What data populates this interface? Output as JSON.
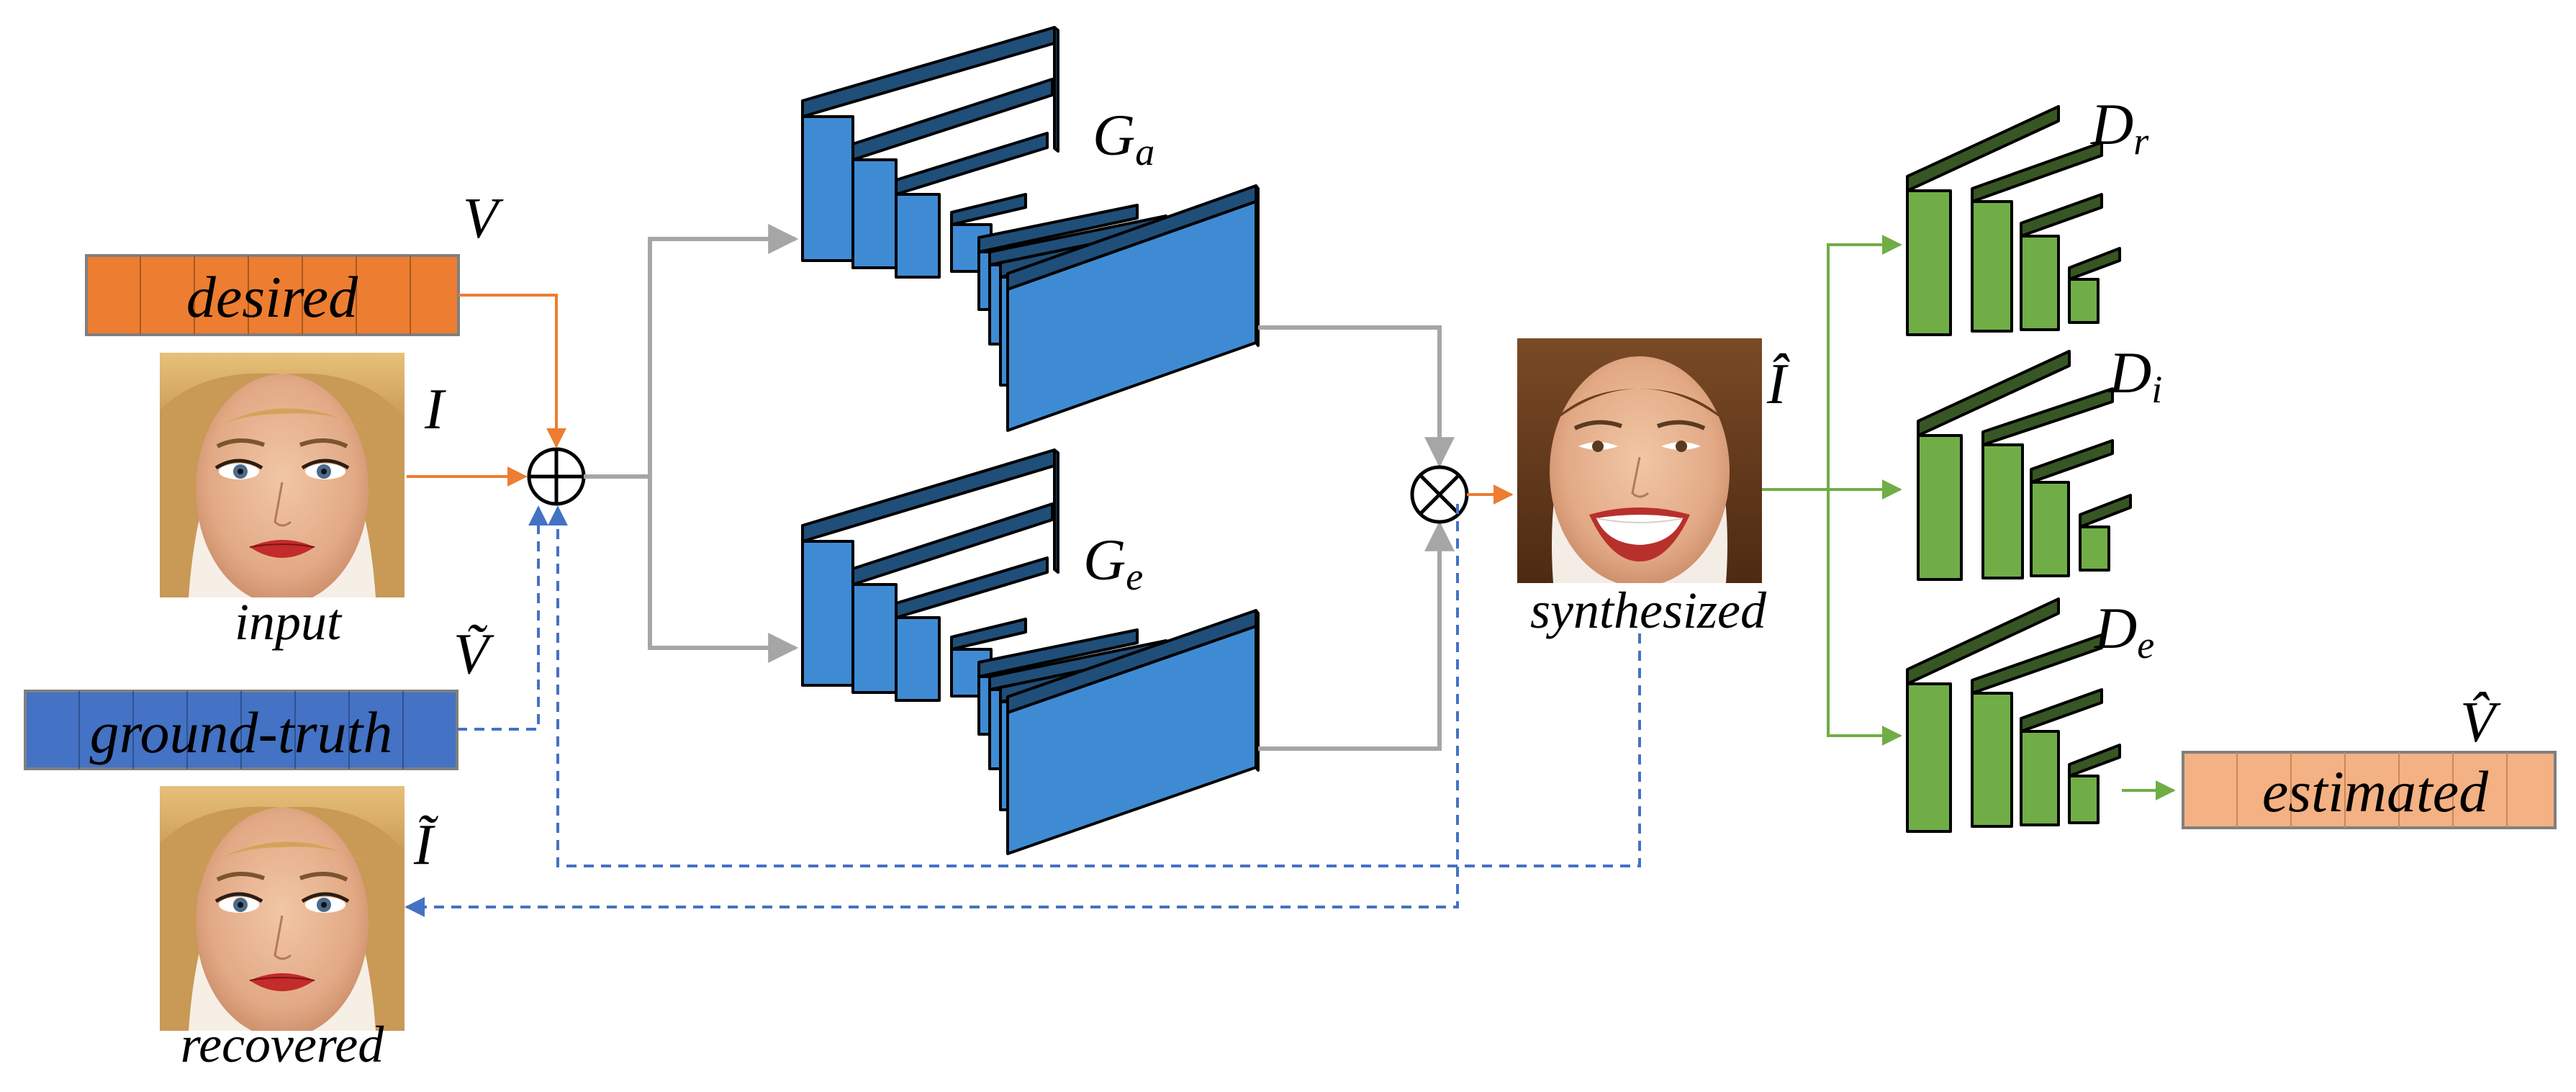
{
  "labels": {
    "desired": "desired",
    "ground_truth": "ground-truth",
    "estimated": "estimated",
    "input": "input",
    "recovered": "recovered",
    "synthesized": "synthesized"
  },
  "symbols": {
    "V": "V",
    "V_tilde": "Ṽ",
    "V_hat": "V̂",
    "I": "I",
    "I_tilde": "Ĩ",
    "I_hat": "Î",
    "Ga": "G",
    "Ga_sub": "a",
    "Ge": "G",
    "Ge_sub": "e",
    "Dr": "D",
    "Dr_sub": "r",
    "Di": "D",
    "Di_sub": "i",
    "De": "D",
    "De_sub": "e"
  },
  "colors": {
    "orange_arrow": "#ed7d31",
    "orange_vector": "#ed7d31",
    "light_orange_vector": "#f4b183",
    "blue_vector": "#4472c4",
    "blue_dashed": "#4472c4",
    "gray_arrow": "#a6a6a6",
    "green_arrow": "#70ad47",
    "generator_front": "#3e8bd4",
    "generator_dark": "#1f4e79",
    "discriminator_front": "#70ad47",
    "discriminator_dark": "#375623"
  },
  "icons": {
    "plus": "circle-plus-icon",
    "times": "circle-times-icon",
    "face": "face-photo"
  }
}
